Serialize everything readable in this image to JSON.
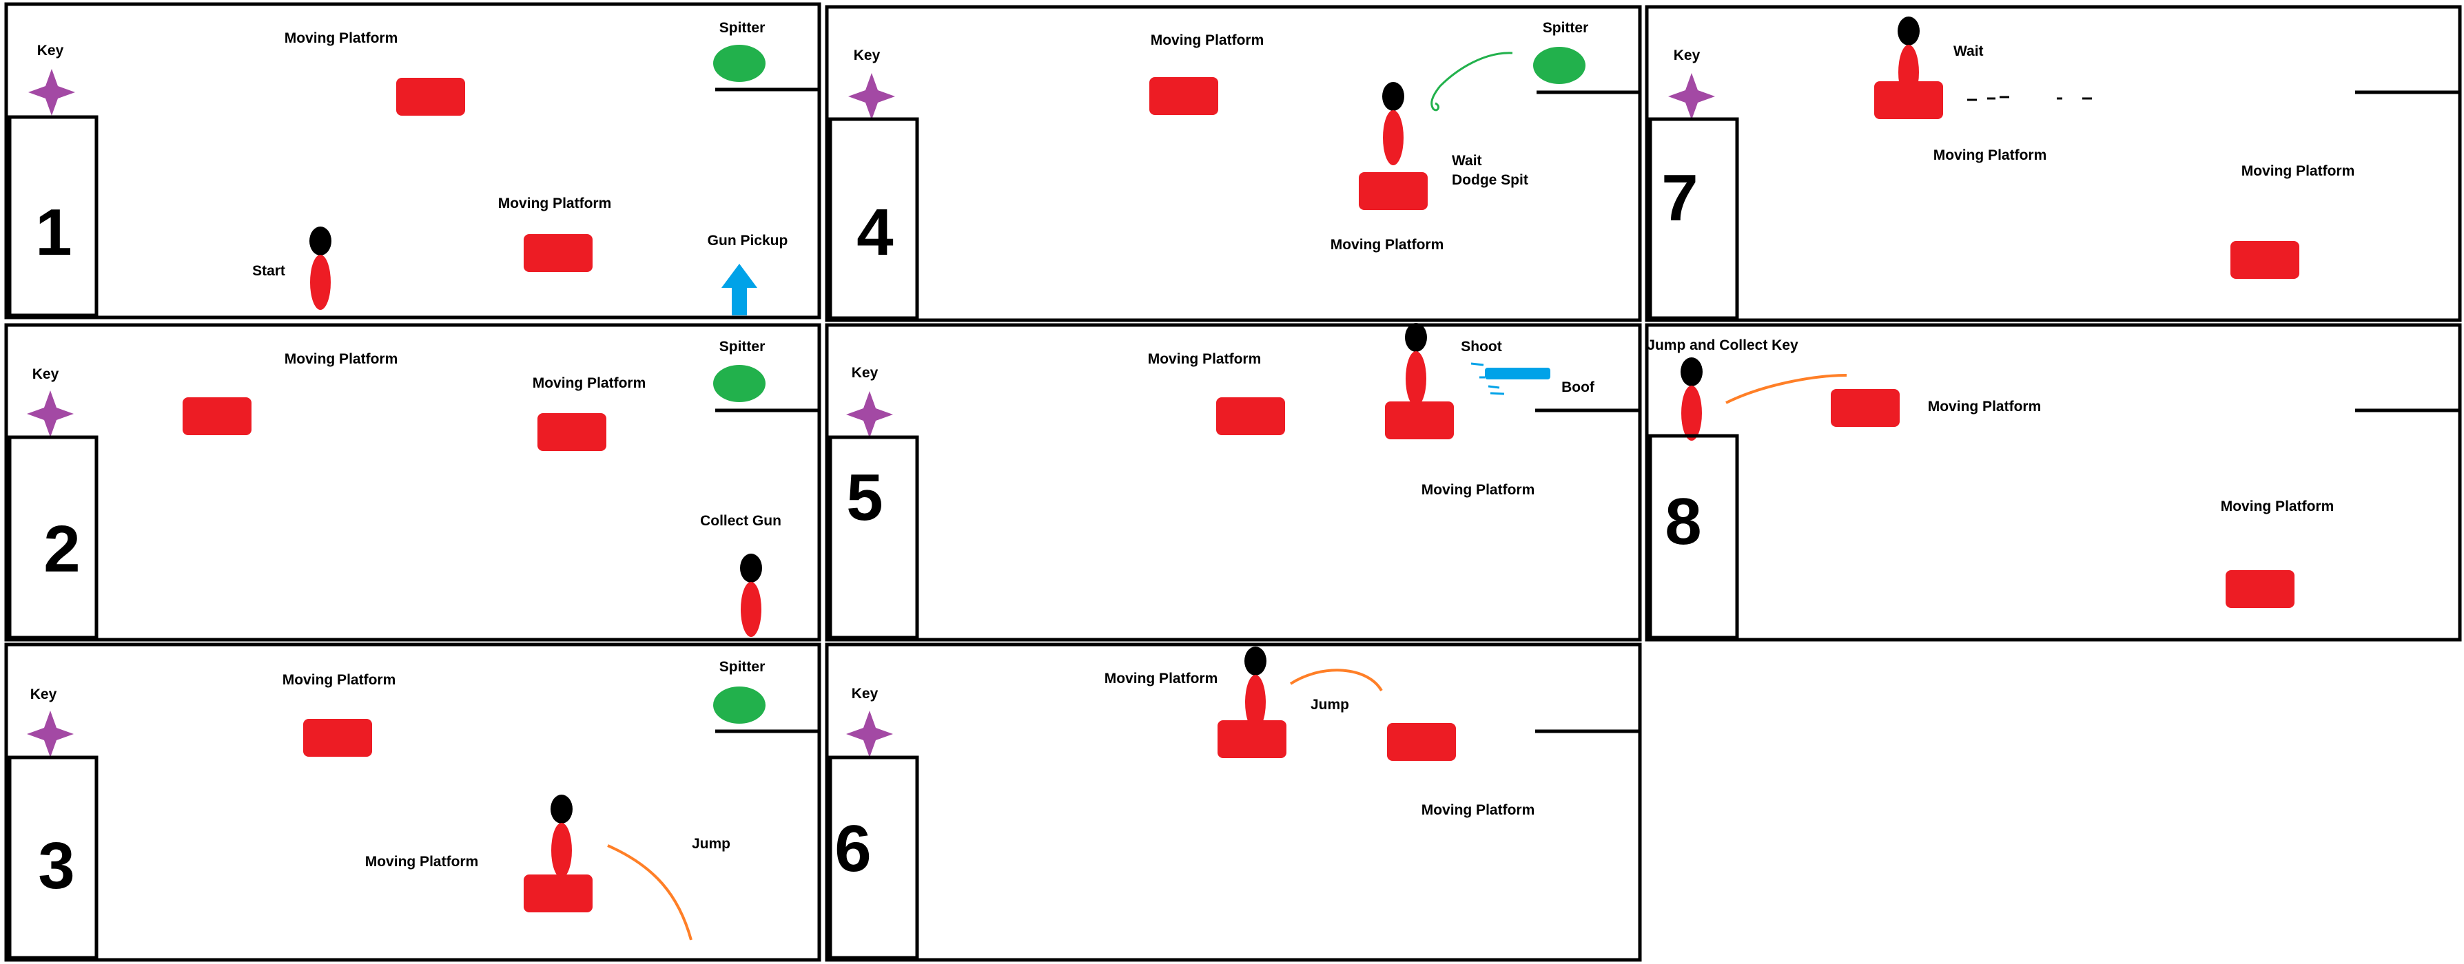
{
  "labels": {
    "key": "Key",
    "moving_platform": "Moving Platform",
    "spitter": "Spitter",
    "start": "Start",
    "gun_pickup": "Gun Pickup",
    "collect_gun": "Collect Gun",
    "jump": "Jump",
    "wait": "Wait",
    "dodge_spit": "Dodge Spit",
    "shoot": "Shoot",
    "boof": "Boof",
    "jump_and_collect_key": "Jump and Collect Key"
  },
  "panels": [
    {
      "number": "1",
      "caption": "Start"
    },
    {
      "number": "2",
      "caption": "Collect Gun"
    },
    {
      "number": "3",
      "caption": "Jump"
    },
    {
      "number": "4",
      "caption": "Wait Dodge Spit"
    },
    {
      "number": "5",
      "caption": "Shoot"
    },
    {
      "number": "6",
      "caption": "Jump"
    },
    {
      "number": "7",
      "caption": "Wait"
    },
    {
      "number": "8",
      "caption": "Jump and Collect Key"
    }
  ],
  "colors": {
    "platform": "#ed1c24",
    "player_body": "#ed1c24",
    "player_head": "#000000",
    "key": "#a349a4",
    "spitter": "#22b14c",
    "gun": "#00a2e8",
    "jump_arc": "#ff7f27",
    "spit": "#22b14c",
    "outline": "#000000"
  }
}
